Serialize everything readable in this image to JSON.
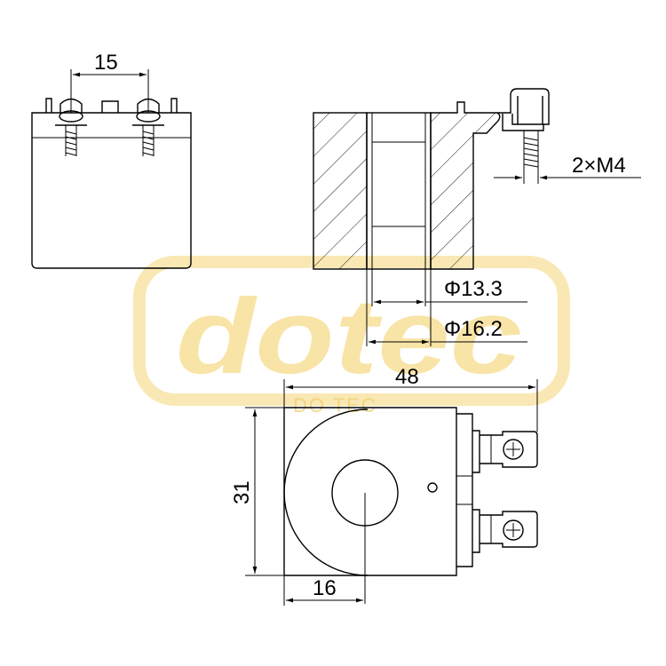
{
  "watermark": {
    "brand": "dotec",
    "sub": "DO TEC",
    "color": "#f5d47a"
  },
  "dimensions": {
    "terminal_spacing": "15",
    "thread": "2×M4",
    "inner_diameter": "Φ13.3",
    "outer_diameter": "Φ16.2",
    "width": "48",
    "height": "31",
    "center_offset": "16"
  }
}
